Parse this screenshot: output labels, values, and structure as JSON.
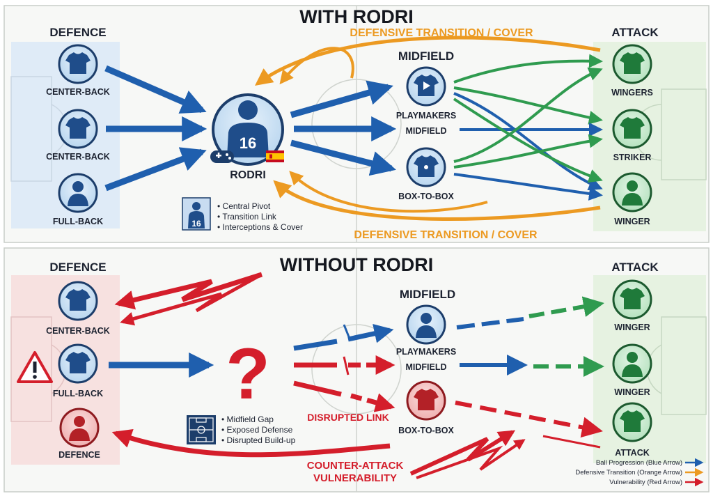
{
  "colors": {
    "blue": "#1f5fae",
    "orange": "#ec9a22",
    "red": "#d41e2b",
    "green": "#2f9b4f",
    "navy": "#1c3d6a"
  },
  "with_rodri": {
    "title": "WITH RODRI",
    "defence_heading": "DEFENCE",
    "attack_heading": "ATTACK",
    "midfield_heading": "MIDFIELD",
    "transition_top": "DEFENSIVE TRANSITION / COVER",
    "transition_bottom": "DEFENSIVE TRANSITION / COVER",
    "defenders": [
      "CENTER-BACK",
      "CENTER-BACK",
      "FULL-BACK"
    ],
    "pivot": {
      "name": "RODRI",
      "number": "16"
    },
    "midfield": [
      "PLAYMAKERS",
      "MIDFIELD",
      "BOX-TO-BOX"
    ],
    "attackers": [
      "WINGERS",
      "STRIKER",
      "WINGER"
    ],
    "info_number": "16",
    "info": [
      "Central Pivot",
      "Transition Link",
      "Interceptions & Cover"
    ]
  },
  "without_rodri": {
    "title": "WITHOUT RODRI",
    "defence_heading": "DEFENCE",
    "attack_heading": "ATTACK",
    "midfield_heading": "MIDFIELD",
    "defenders": [
      "CENTER-BACK",
      "FULL-BACK",
      "DEFENCE"
    ],
    "missing_symbol": "?",
    "midfield": [
      "PLAYMAKERS",
      "MIDFIELD",
      "BOX-TO-BOX"
    ],
    "disrupted_label": "DISRUPTED LINK",
    "attackers": [
      "WINGER",
      "WINGER",
      "ATTACK"
    ],
    "info": [
      "Midfield Gap",
      "Exposed Defense",
      "Disrupted Build-up"
    ],
    "vulnerability_line1": "COUNTER-ATTACK",
    "vulnerability_line2": "VULNERABILITY"
  },
  "legend": [
    "Ball Progression (Blue Arrow)",
    "Defensive Transition (Orange Arrow)",
    "Vulnerability (Red Arrow)"
  ]
}
